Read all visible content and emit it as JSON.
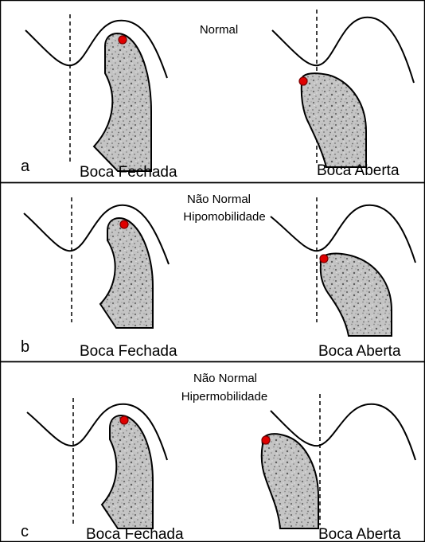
{
  "colors": {
    "background": "#ffffff",
    "line": "#000000",
    "condyle_fill": "#c4c4c4",
    "condyle_speckle": "#6a6a6a",
    "marker_fill": "#e00000",
    "marker_stroke": "#7a0000"
  },
  "panels": [
    {
      "id": "a",
      "letter": "a",
      "title_lines": [
        "Normal"
      ],
      "label_closed": "Boca Fechada",
      "label_open": "Boca Aberta"
    },
    {
      "id": "b",
      "letter": "b",
      "title_lines": [
        "Não Normal",
        "Hipomobilidade"
      ],
      "label_closed": "Boca Fechada",
      "label_open": "Boca Aberta"
    },
    {
      "id": "c",
      "letter": "c",
      "title_lines": [
        "Não Normal",
        "Hipermobilidade"
      ],
      "label_closed": "Boca Fechada",
      "label_open": "Boca Aberta"
    }
  ]
}
